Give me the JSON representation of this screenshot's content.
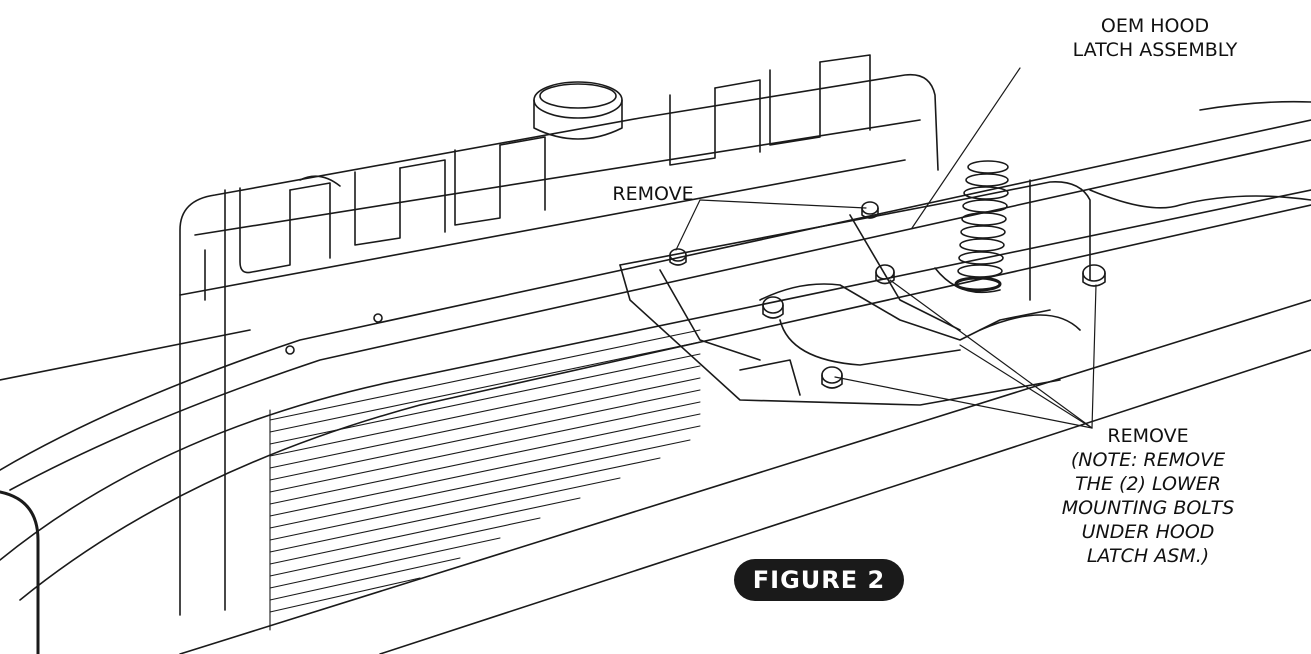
{
  "labels": {
    "oem_hood_latch": [
      "OEM HOOD",
      "LATCH ASSEMBLY"
    ],
    "remove_top": "REMOVE",
    "remove_right": "REMOVE",
    "note_lines": [
      "(NOTE:  REMOVE",
      "THE (2) LOWER",
      "MOUNTING BOLTS",
      "UNDER HOOD",
      "LATCH ASM.)"
    ]
  },
  "figure_badge": "FIGURE 2",
  "colors": {
    "ink": "#1a1a1a",
    "paper": "#ffffff"
  }
}
